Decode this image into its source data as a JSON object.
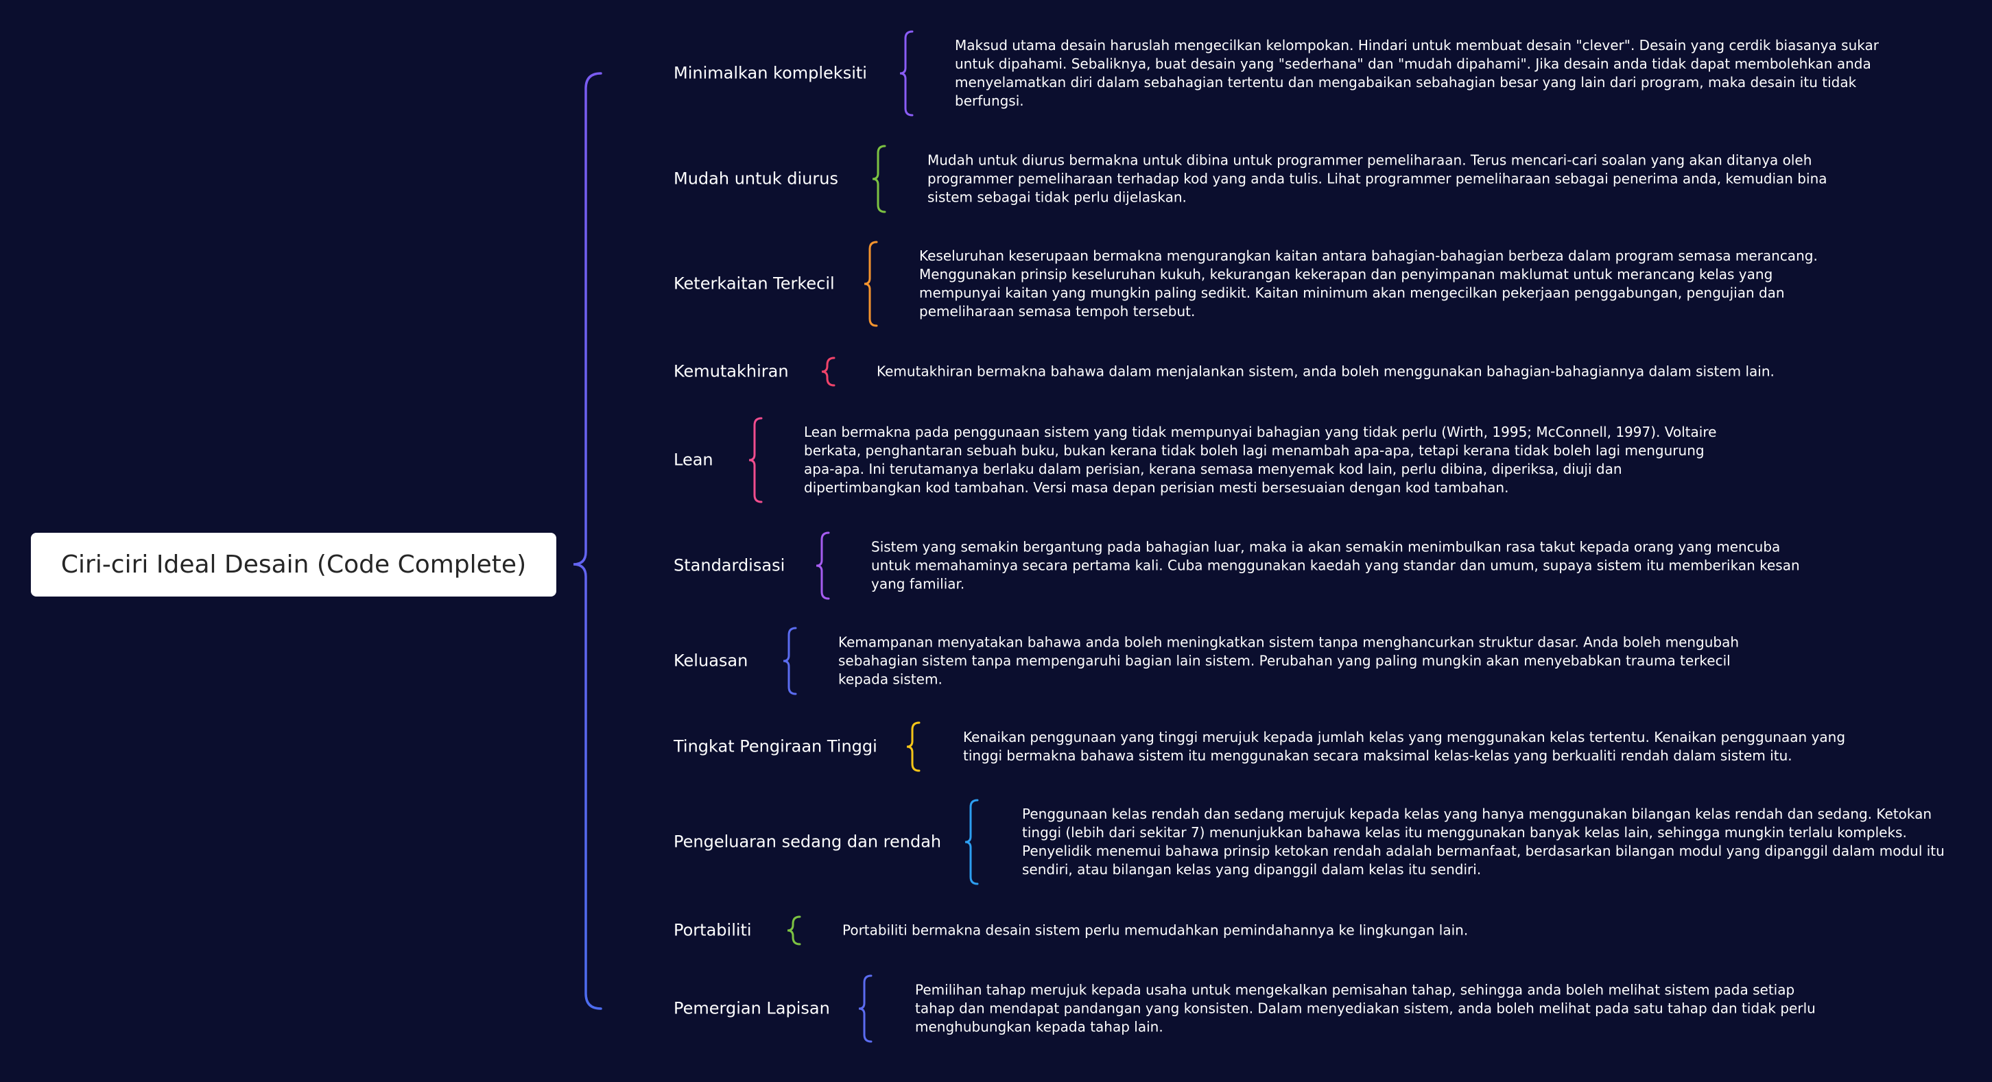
{
  "root": {
    "title": "Ciri-ciri Ideal Desain (Code Complete)"
  },
  "colors": {
    "background": "#0b0e2e",
    "root_box": "#ffffff",
    "root_text": "#262626",
    "main_brace": "#6a5cf0",
    "text": "#ffffff"
  },
  "branches": [
    {
      "label": "Minimalkan kompleksiti",
      "color": "#8a5cf6",
      "description": "Maksud utama desain haruslah mengecilkan kelompokan. Hindari untuk membuat desain \"clever\". Desain yang cerdik biasanya sukar untuk dipahami. Sebaliknya, buat desain yang \"sederhana\" dan \"mudah dipahami\". Jika desain anda tidak dapat membolehkan anda menyelamatkan diri dalam sebahagian tertentu dan mengabaikan sebahagian besar yang lain dari program, maka desain itu tidak berfungsi."
    },
    {
      "label": "Mudah untuk diurus",
      "color": "#7cc242",
      "description": "Mudah untuk diurus bermakna untuk dibina untuk programmer pemeliharaan. Terus mencari-cari soalan yang akan ditanya oleh programmer pemeliharaan terhadap kod yang anda tulis. Lihat programmer pemeliharaan sebagai penerima anda, kemudian bina sistem sebagai tidak perlu dijelaskan."
    },
    {
      "label": "Keterkaitan Terkecil",
      "color": "#f5942e",
      "description": "Keseluruhan keserupaan bermakna mengurangkan kaitan antara bahagian-bahagian berbeza dalam program semasa merancang. Menggunakan prinsip keseluruhan kukuh, kekurangan kekerapan dan penyimpanan maklumat untuk merancang kelas yang mempunyai kaitan yang mungkin paling sedikit. Kaitan minimum akan mengecilkan pekerjaan penggabungan, pengujian dan pemeliharaan semasa tempoh tersebut."
    },
    {
      "label": "Kemutakhiran",
      "color": "#f0436a",
      "description": "Kemutakhiran bermakna bahawa dalam menjalankan sistem, anda boleh menggunakan bahagian-bahagiannya dalam sistem lain."
    },
    {
      "label": "Lean",
      "color": "#f04d8e",
      "description": "Lean bermakna pada penggunaan sistem yang tidak mempunyai bahagian yang tidak perlu (Wirth, 1995; McConnell, 1997). Voltaire berkata, penghantaran sebuah buku, bukan kerana tidak boleh lagi menambah apa-apa, tetapi kerana tidak boleh lagi mengurung apa-apa. Ini terutamanya berlaku dalam perisian, kerana semasa menyemak kod lain, perlu dibina, diperiksa, diuji dan dipertimbangkan kod tambahan. Versi masa depan perisian mesti bersesuaian dengan kod tambahan."
    },
    {
      "label": "Standardisasi",
      "color": "#a65cf0",
      "description": "Sistem yang semakin bergantung pada bahagian luar, maka ia akan semakin menimbulkan rasa takut kepada orang yang mencuba untuk memahaminya secara pertama kali. Cuba menggunakan kaedah yang standar dan umum, supaya sistem itu memberikan kesan yang familiar."
    },
    {
      "label": "Keluasan",
      "color": "#5b6cf0",
      "description": "Kemampanan menyatakan bahawa anda boleh meningkatkan sistem tanpa menghancurkan struktur dasar. Anda boleh mengubah sebahagian sistem tanpa mempengaruhi bagian lain sistem. Perubahan yang paling mungkin akan menyebabkan trauma terkecil kepada sistem."
    },
    {
      "label": "Tingkat Pengiraan Tinggi",
      "color": "#f5c518",
      "description": "Kenaikan penggunaan yang tinggi merujuk kepada jumlah kelas yang menggunakan kelas tertentu. Kenaikan penggunaan yang tinggi bermakna bahawa sistem itu menggunakan secara maksimal kelas-kelas yang berkualiti rendah dalam sistem itu."
    },
    {
      "label": "Pengeluaran sedang dan rendah",
      "color": "#2d9ef0",
      "description": "Penggunaan kelas rendah dan sedang merujuk kepada kelas yang hanya menggunakan bilangan kelas rendah dan sedang. Ketokan tinggi (lebih dari sekitar 7) menunjukkan bahawa kelas itu menggunakan banyak kelas lain, sehingga mungkin terlalu kompleks. Penyelidik menemui bahawa prinsip ketokan rendah adalah bermanfaat, berdasarkan bilangan modul yang dipanggil dalam modul itu sendiri, atau bilangan kelas yang dipanggil dalam kelas itu sendiri."
    },
    {
      "label": "Portabiliti",
      "color": "#7cc242",
      "description": "Portabiliti bermakna desain sistem perlu memudahkan pemindahannya ke lingkungan lain."
    },
    {
      "label": "Pemergian Lapisan",
      "color": "#5b6cf0",
      "description": "Pemilihan tahap merujuk kepada usaha untuk mengekalkan pemisahan tahap, sehingga anda boleh melihat sistem pada setiap tahap dan mendapat pandangan yang konsisten. Dalam menyediakan sistem, anda boleh melihat pada satu tahap dan tidak perlu menghubungkan kepada tahap lain."
    }
  ]
}
